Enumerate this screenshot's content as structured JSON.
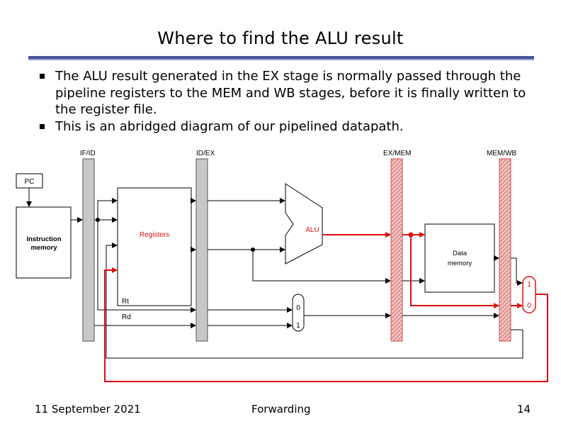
{
  "slide": {
    "title": "Where to find the ALU result",
    "bullets": [
      "The ALU result generated in the EX stage is normally passed through the pipeline registers to the MEM and WB stages, before it is finally written to the register file.",
      "This is an abridged diagram of our pipelined datapath."
    ]
  },
  "diagram": {
    "stage_labels": {
      "if_id": "IF/ID",
      "id_ex": "ID/EX",
      "ex_mem": "EX/MEM",
      "mem_wb": "MEM/WB"
    },
    "pc": "PC",
    "instruction_memory": [
      "Instruction",
      "memory"
    ],
    "registers": "Registers",
    "alu": "ALU",
    "data_memory": [
      "Data",
      "memory"
    ],
    "rt": "Rt",
    "rd": "Rd",
    "mux_regdst": {
      "in0": "0",
      "in1": "1"
    },
    "mux_wb": {
      "in1": "1",
      "in0": "0"
    },
    "colors": {
      "highlight": "#e01010",
      "register_gray": "#c8c8c8",
      "rule": "#4a4f9e"
    }
  },
  "footer": {
    "date": "11 September 2021",
    "topic": "Forwarding",
    "page": "14"
  }
}
